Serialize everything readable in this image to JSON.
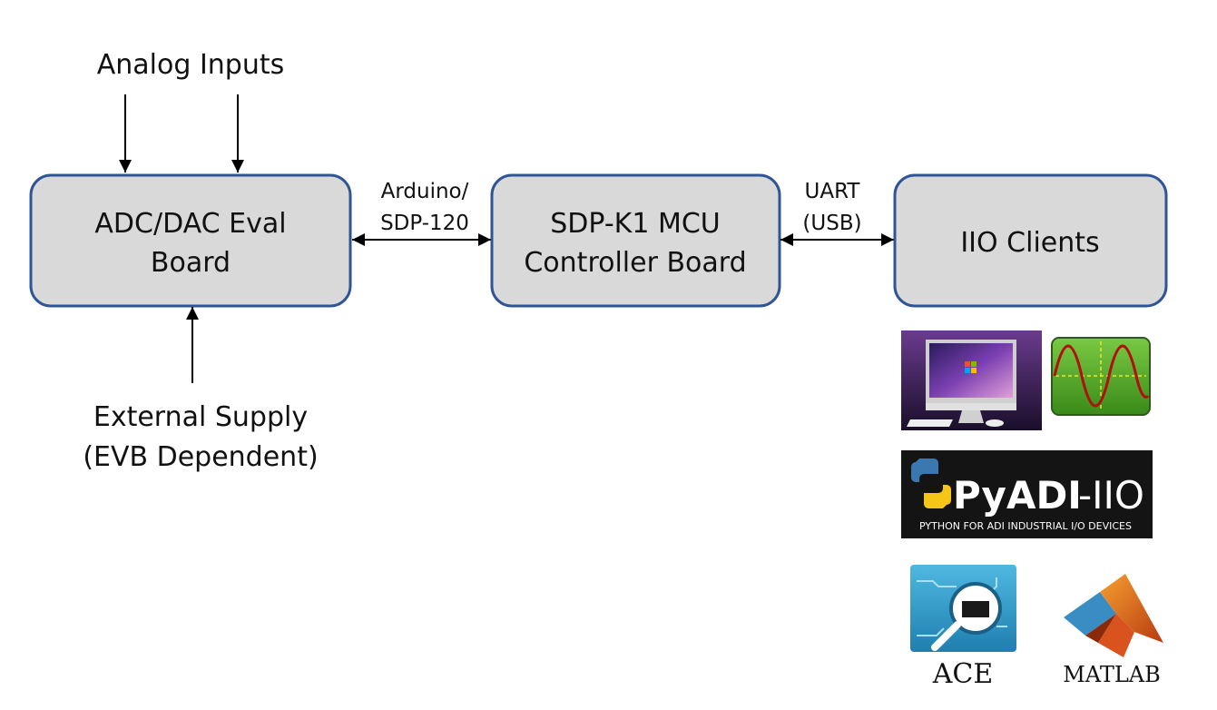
{
  "labels": {
    "analog_inputs": "Analog Inputs",
    "arduino_line1": "Arduino/",
    "arduino_line2": "SDP-120",
    "uart_line1": "UART",
    "uart_line2": "(USB)",
    "supply_line1": "External Supply",
    "supply_line2": "(EVB Dependent)"
  },
  "boxes": {
    "eval_board": {
      "line1": "ADC/DAC Eval",
      "line2": "Board"
    },
    "controller_board": {
      "line1": "SDP-K1 MCU",
      "line2": "Controller Board"
    },
    "iio_clients": {
      "line1": "IIO Clients"
    }
  },
  "logos": {
    "pyadi": {
      "title_main": "PyADI",
      "title_suffix": "-IIO",
      "subtitle": "PYTHON FOR ADI INDUSTRIAL I/O DEVICES"
    },
    "ace": {
      "caption": "ACE"
    },
    "matlab": {
      "caption": "MATLAB"
    }
  },
  "colors": {
    "box_fill": "#d9d9d9",
    "box_stroke": "#2f5597",
    "arrow": "#000000"
  }
}
